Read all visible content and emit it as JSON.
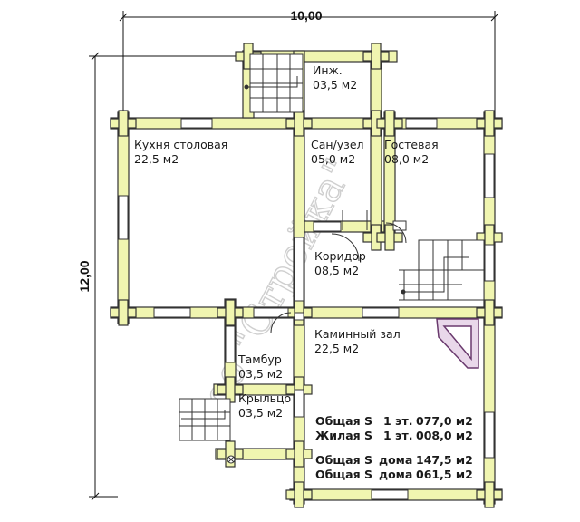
{
  "dimensions": {
    "width": "10,00",
    "height": "12,00"
  },
  "rooms": [
    {
      "name": "Инж.",
      "area": "03,5 м2"
    },
    {
      "name": "Кухня столовая",
      "area": "22,5 м2"
    },
    {
      "name": "Сан/узел",
      "area": "05,0 м2"
    },
    {
      "name": "Гостевая",
      "area": "08,0 м2"
    },
    {
      "name": "Коридор",
      "area": "08,5 м2"
    },
    {
      "name": "Каминный зал",
      "area": "22,5 м2"
    },
    {
      "name": "Тамбур",
      "area": "03,5 м2"
    },
    {
      "name": "Крыльцо",
      "area": "03,5 м2"
    }
  ],
  "summary": [
    {
      "label": "Общая S",
      "scope": "1 эт.",
      "value": "077,0 м2"
    },
    {
      "label": "Жилая S",
      "scope": "1 эт.",
      "value": "008,0 м2"
    },
    {
      "label": "Общая S",
      "scope": "дома",
      "value": "147,5 м2"
    },
    {
      "label": "Общая S",
      "scope": "дома",
      "value": "061,5 м2"
    }
  ],
  "colors": {
    "wall": "#f0f5b0",
    "wall_stroke": "#333333",
    "window": "#ffffff",
    "fireplace": "#8a5a8e"
  }
}
